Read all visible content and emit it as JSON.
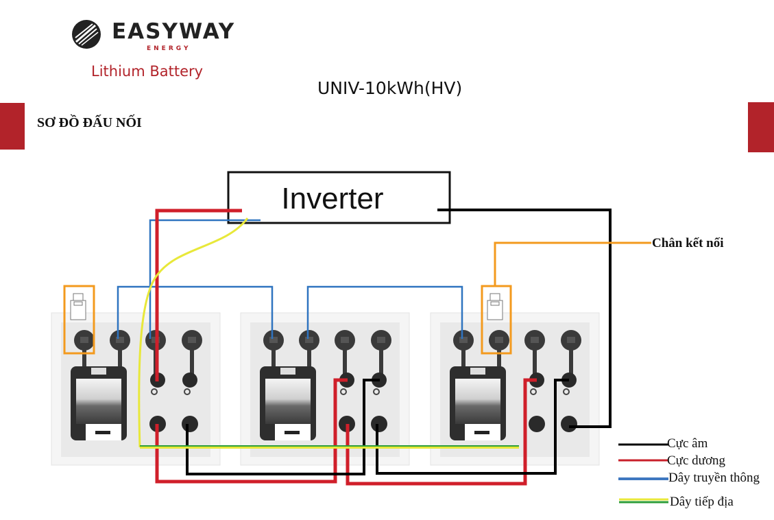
{
  "header": {
    "brand_name": "EASYWAY",
    "brand_sub": "ENERGY",
    "product_line": "Lithium Battery",
    "model": "UNIV-10kWh(HV)",
    "section_title": "SƠ ĐỒ ĐẤU NỐI"
  },
  "diagram": {
    "inverter_label": "Inverter",
    "connector_callout": "Chân kết nối",
    "battery_count": 3,
    "legend": [
      {
        "label": "Cực âm",
        "color": "#000000",
        "name": "negative"
      },
      {
        "label": "Cực dương",
        "color": "#c8202a",
        "name": "positive"
      },
      {
        "label": "Dây truyền thông",
        "color": "#3f78c0",
        "name": "communication"
      },
      {
        "label": "Dây tiếp địa",
        "color": "#e8e83a",
        "color2": "#2e9e3a",
        "name": "ground"
      }
    ]
  },
  "colors": {
    "brand_red": "#b2232a",
    "callout_orange": "#f39a1e",
    "wire_negative": "#000000",
    "wire_positive": "#d01f2a",
    "wire_comm": "#2f74c0",
    "wire_ground_yellow": "#e8e83a",
    "wire_ground_green": "#2e9e3a"
  }
}
